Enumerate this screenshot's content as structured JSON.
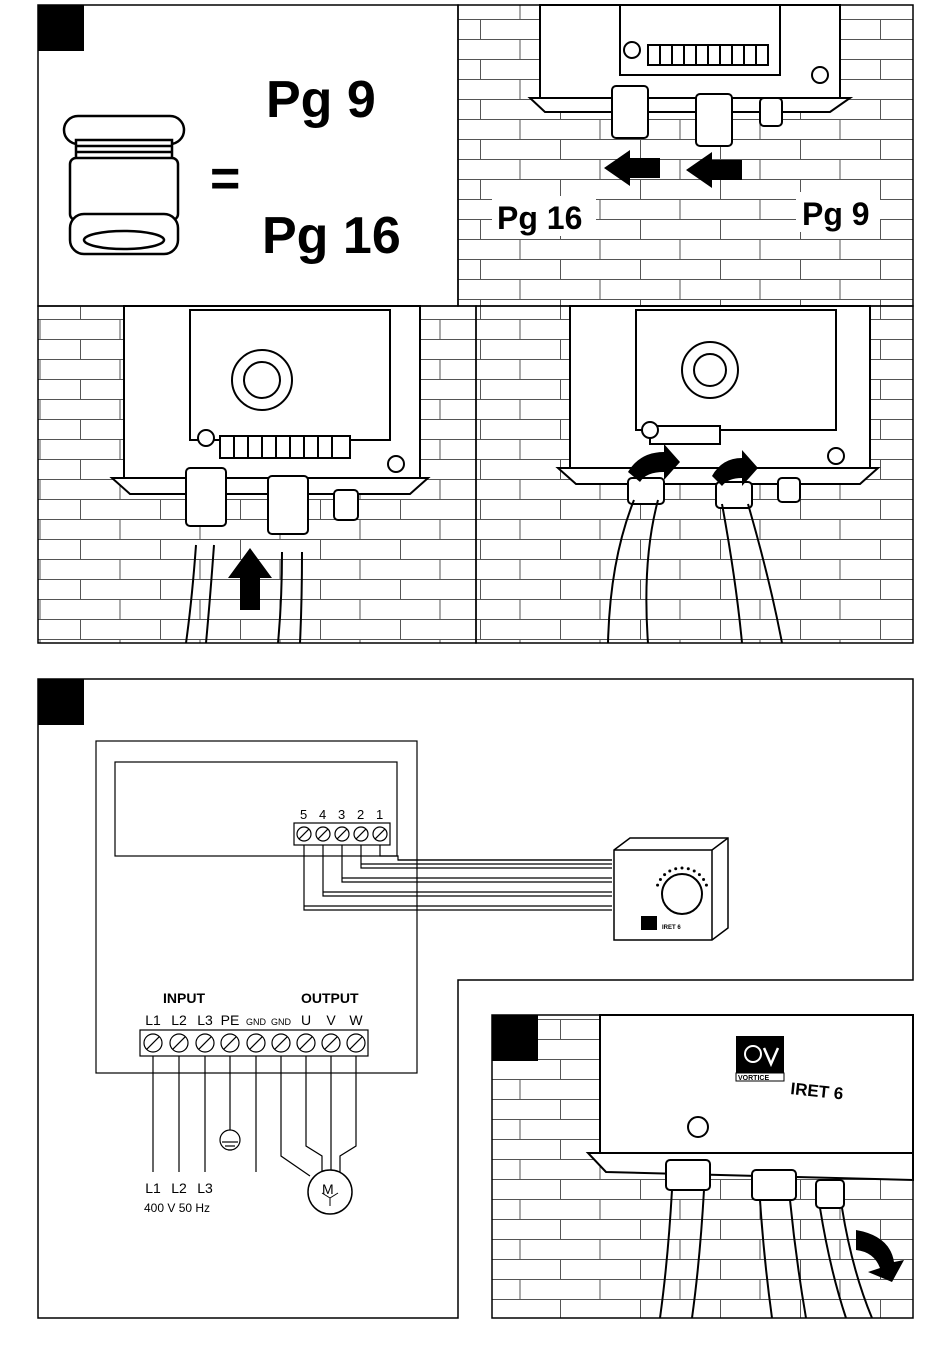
{
  "panel1": {
    "pg9_label": "Pg 9",
    "equals": "=",
    "pg16_label": "Pg 16"
  },
  "panel2": {
    "pg16_label": "Pg 16",
    "pg9_label": "Pg 9"
  },
  "wiring": {
    "control_terminals": [
      "5",
      "4",
      "3",
      "2",
      "1"
    ],
    "input_heading": "INPUT",
    "output_heading": "OUTPUT",
    "terminals": [
      "L1",
      "L2",
      "L3",
      "PE",
      "GND",
      "GND",
      "U",
      "V",
      "W"
    ],
    "supply_labels": [
      "L1",
      "L2",
      "L3"
    ],
    "supply_spec": "400 V 50 Hz",
    "motor_letter": "M",
    "controller_model": "IRET 6"
  },
  "panel4": {
    "brand": "VORTICE",
    "model": "IRET 6"
  }
}
